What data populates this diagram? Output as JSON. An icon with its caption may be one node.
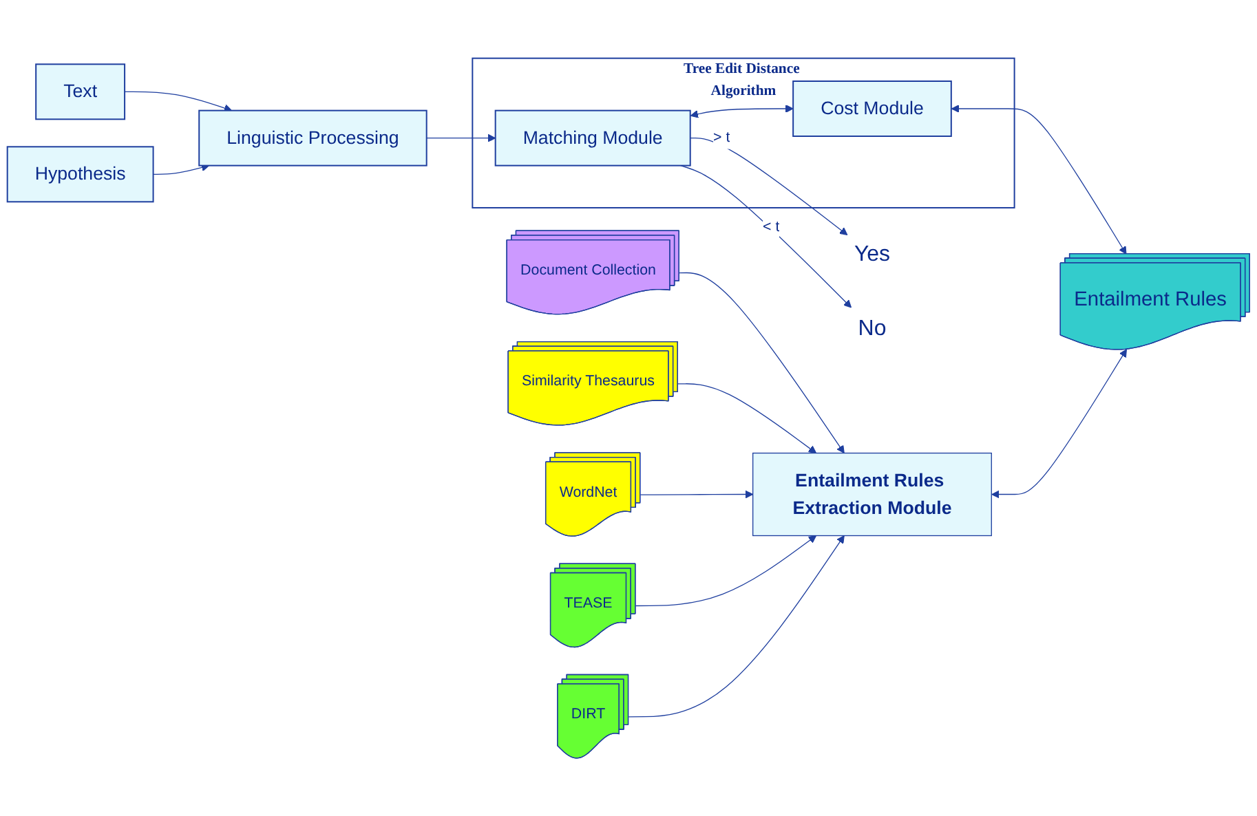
{
  "diagram": {
    "nodes": [
      {
        "text": [
          "Text"
        ]
      },
      {
        "text": [
          "Hypothesis"
        ]
      },
      {
        "text": [
          "Linguistic Processing"
        ]
      },
      {
        "text": [
          "Tree Edit Distance Algorithm"
        ]
      },
      {
        "text": [
          "Matching Module"
        ],
        "in": 3
      },
      {
        "text": [
          "Cost Module"
        ],
        "in": 3
      },
      {
        "text": [
          "Yes"
        ]
      },
      {
        "text": [
          "No"
        ]
      },
      {
        "text": [
          "Entailment Rules"
        ]
      },
      {
        "text": [
          "Entailment Rules Extraction Module"
        ]
      },
      {
        "text": [
          "Document Collection"
        ]
      },
      {
        "text": [
          "Similarity Thesaurus"
        ]
      },
      {
        "text": [
          "WordNet"
        ]
      },
      {
        "text": [
          "TEASE"
        ]
      },
      {
        "text": [
          "DIRT"
        ]
      }
    ],
    "edges": [
      {
        "from": 0,
        "to": 2,
        "arrow": "to"
      },
      {
        "from": 1,
        "to": 2,
        "arrow": "to"
      },
      {
        "from": 2,
        "to": 4,
        "arrow": "to"
      },
      {
        "from": 4,
        "to": 6,
        "arrow": "to",
        "label": "> t"
      },
      {
        "from": 4,
        "to": 7,
        "arrow": "to",
        "label": "< t"
      },
      {
        "from": 4,
        "to": 5,
        "arrow": "both"
      },
      {
        "from": 5,
        "to": 8,
        "arrow": "both"
      },
      {
        "from": 9,
        "to": 8,
        "arrow": "both"
      },
      {
        "from": 10,
        "to": 9,
        "arrow": "to"
      },
      {
        "from": 11,
        "to": 9,
        "arrow": "to"
      },
      {
        "from": 12,
        "to": 9,
        "arrow": "to"
      },
      {
        "from": 13,
        "to": 9,
        "arrow": "to"
      },
      {
        "from": 14,
        "to": 9,
        "arrow": "to"
      }
    ]
  }
}
